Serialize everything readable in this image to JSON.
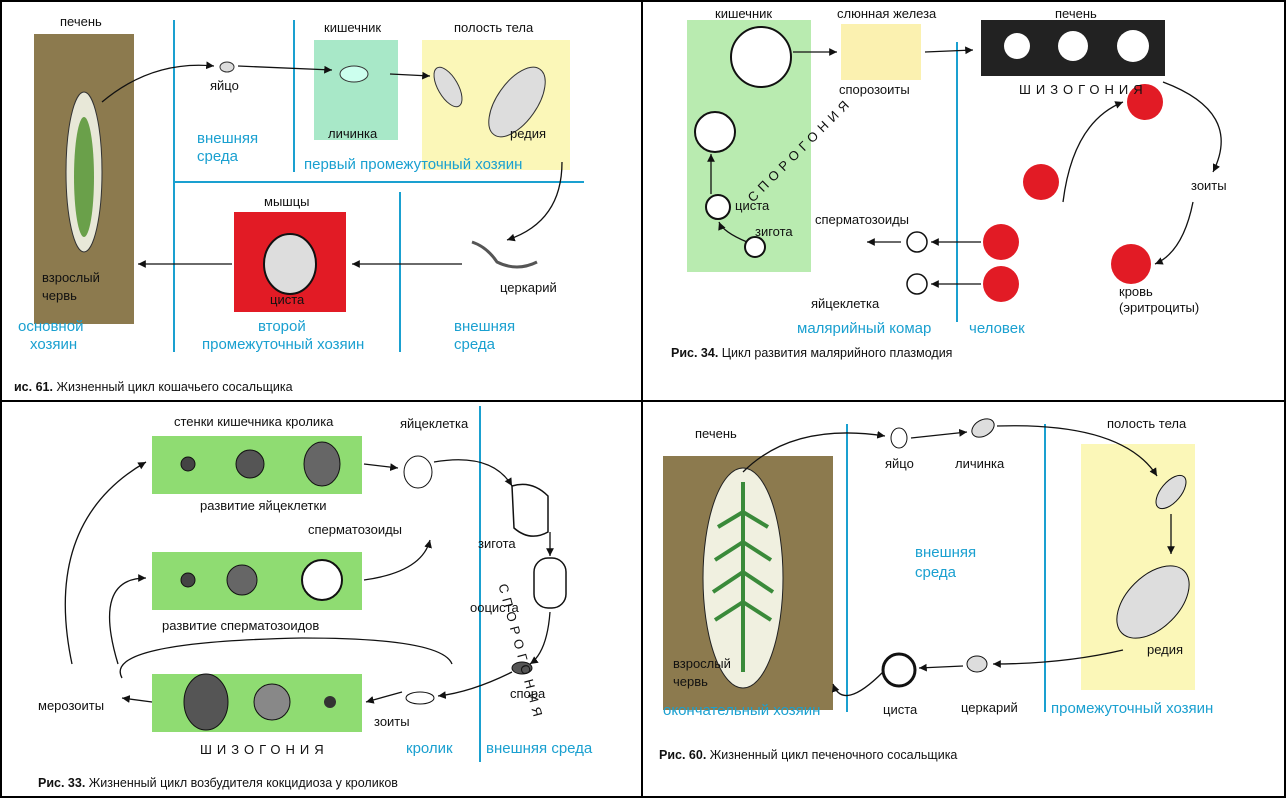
{
  "colors": {
    "cyan": "#1aa0d0",
    "red": "#e21b25",
    "green_bg": "#9fe28a",
    "yellow_bg": "#fbf7b8",
    "liver_bg": "#8c7a4e",
    "dark": "#111111"
  },
  "p1": {
    "pechen": "печень",
    "yaico": "яйцо",
    "kishechnik": "кишечник",
    "polost": "полость тела",
    "vneshnyaya": "внешняя",
    "sreda": "среда",
    "lichinka": "личинка",
    "rediya": "редия",
    "pervyi": "первый промежуточный хозяин",
    "myshtsy": "мышцы",
    "vzroslyi": "взрослый",
    "cherv": "червь",
    "tsista": "циста",
    "tserkarii": "церкарий",
    "osnovnoi": "основной",
    "khozyain": "хозяин",
    "vtoroi": "второй",
    "vtoroi2": "промежуточный хозяин",
    "vneshnyaya2": "внешняя",
    "sreda2": "среда",
    "cap_num": "ис. 61.",
    "cap_text": " Жизненный цикл кошачьего сосальщика"
  },
  "p2": {
    "kishechnik": "кишечник",
    "slyunnaya": "слюнная железа",
    "pechen": "печень",
    "sporozoity": "спорозоиты",
    "shizogoniya": "ШИЗОГОНИЯ",
    "sporogoniya": "СПОРОГОНИЯ",
    "zoity": "зоиты",
    "tsista": "циста",
    "zigota": "зигота",
    "spermatozoidy": "сперматозоиды",
    "yaitsekletka": "яйцеклетка",
    "krov": "кровь",
    "eritrotsity": "(эритроциты)",
    "komar": "малярийный комар",
    "chelovek": "человек",
    "cap_num": "Рис. 34.",
    "cap_text": " Цикл развития малярийного плазмодия"
  },
  "p3": {
    "stenki": "стенки кишечника кролика",
    "yaitsekletka": "яйцеклетка",
    "razvitie_ya": "развитие яйцеклетки",
    "spermatozoidy": "сперматозоиды",
    "zigota": "зигота",
    "razvitie_sp": "развитие сперматозоидов",
    "ootsista": "ооциста",
    "sporogoniya": "СПОРОГОНИЯ",
    "spora": "спора",
    "merozoity": "мерозоиты",
    "zoity": "зоиты",
    "shizogoniya": "ШИЗОГОНИЯ",
    "krolik": "кролик",
    "vneshnyaya": "внешняя среда",
    "cap_num": "Рис. 33.",
    "cap_text": " Жизненный цикл возбудителя кокцидиоза у кроликов"
  },
  "p4": {
    "pechen": "печень",
    "yaitso": "яйцо",
    "lichinka": "личинка",
    "polost": "полость тела",
    "vneshnyaya": "внешняя",
    "sreda": "среда",
    "rediya": "редия",
    "vzroslyi": "взрослый",
    "cherv": "червь",
    "tsista": "циста",
    "tserkarii": "церкарий",
    "okonchatelnyi": "окончательный хозяин",
    "promezhutochnyi": "промежуточный хозяин",
    "cap_num": "Рис. 60.",
    "cap_text": " Жизненный цикл печеночного сосальщика"
  }
}
